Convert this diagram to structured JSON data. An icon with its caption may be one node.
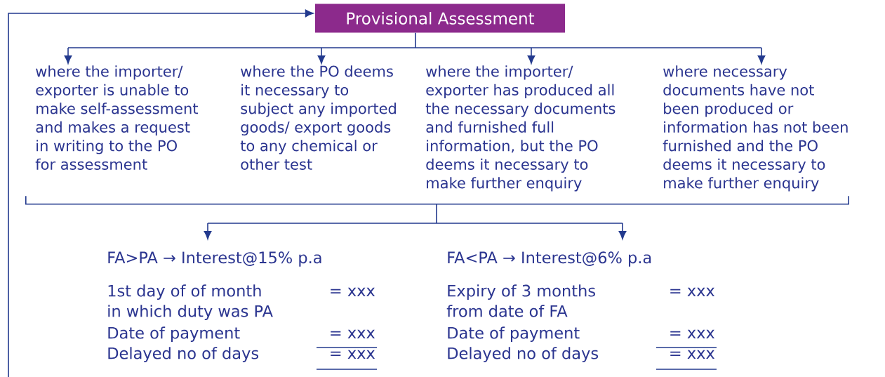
{
  "diagram": {
    "nodes": [
      {
        "text": [
          "Provisional Assessment"
        ]
      },
      {
        "text": [
          "where the importer/ exporter is unable to make self-assessment and makes a request in writing to the PO for assessment"
        ]
      },
      {
        "text": [
          "where the PO deems it necessary to subject any imported goods/ export goods to any chemical or other test"
        ]
      },
      {
        "text": [
          "where the importer/ exporter has produced all the necessary documents and furnished full information, but the PO deems it necessary to make further enquiry"
        ]
      },
      {
        "text": [
          "where necessary documents have not been produced or information has not been furnished and the PO deems it necessary to make further enquiry"
        ]
      },
      {
        "text": [],
        "shape": "bracket"
      },
      {
        "text": [
          "FA>PA → Interest@15% p.a",
          "1st day of of month in which duty was PA",
          "= xxx",
          "Date of payment",
          "= xxx",
          "Delayed no of days",
          "= xxx"
        ]
      },
      {
        "text": [
          "FA<PA → Interest@6% p.a",
          "Expiry of 3 months from date of FA",
          "= xxx",
          "Date of payment",
          "= xxx",
          "Delayed no of days",
          "= xxx"
        ]
      }
    ],
    "edges": [
      {
        "from": 0,
        "to": 1,
        "arrow": "to"
      },
      {
        "from": 0,
        "to": 2,
        "arrow": "to"
      },
      {
        "from": 0,
        "to": 3,
        "arrow": "to"
      },
      {
        "from": 0,
        "to": 4,
        "arrow": "to"
      },
      {
        "from": null,
        "to": 0,
        "arrow": "to"
      },
      {
        "from": 5,
        "to": 6,
        "arrow": "to"
      },
      {
        "from": 5,
        "to": 7,
        "arrow": "to"
      }
    ]
  }
}
